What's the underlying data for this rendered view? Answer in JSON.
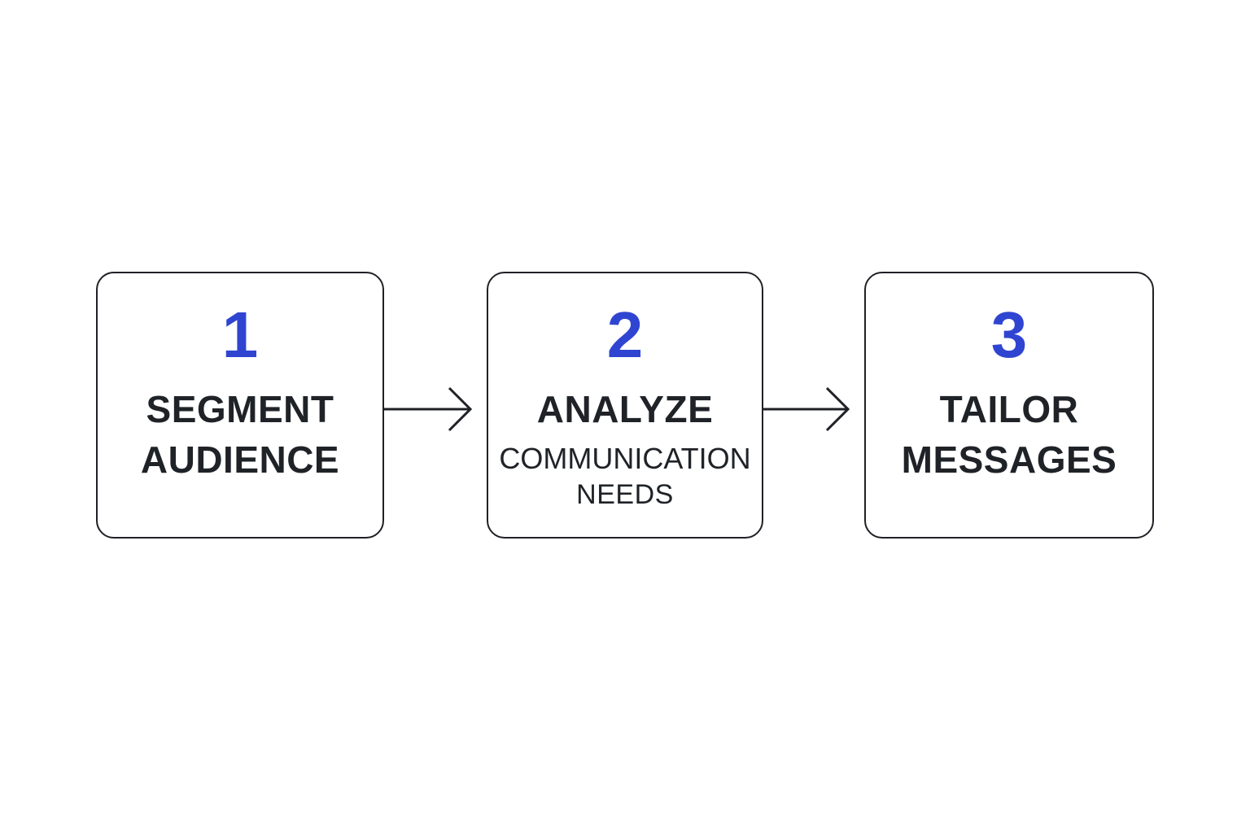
{
  "steps": [
    {
      "number": "1",
      "lines": [
        "SEGMENT",
        "AUDIENCE"
      ]
    },
    {
      "number": "2",
      "lines": [
        "ANALYZE",
        "COMMUNICATION",
        "NEEDS"
      ]
    },
    {
      "number": "3",
      "lines": [
        "TAILOR",
        "MESSAGES"
      ]
    }
  ],
  "colors": {
    "accent": "#2f45d1",
    "text": "#1f2328",
    "border": "#1f2126",
    "background": "#ffffff"
  },
  "icons": [
    "arrow-right-icon",
    "arrow-right-icon"
  ]
}
